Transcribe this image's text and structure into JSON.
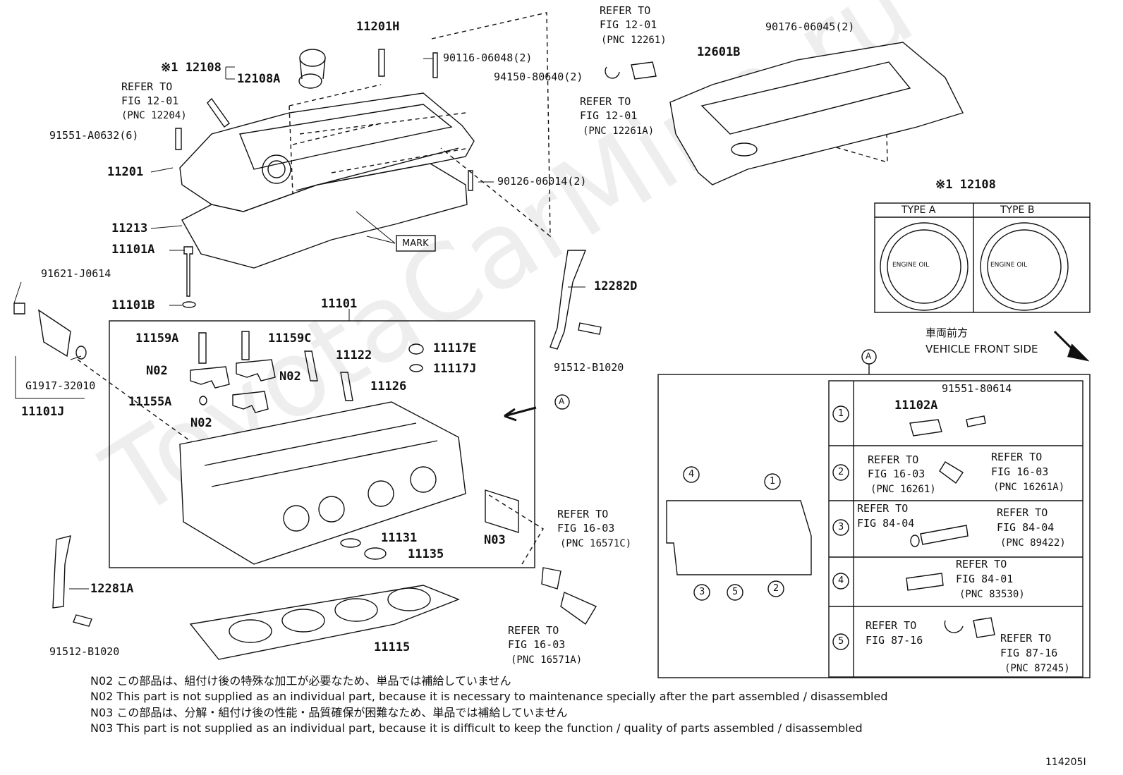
{
  "watermark": "ToyotaCarMine.ru",
  "figure_id": "114205I",
  "labels": {
    "p11201H": "11201H",
    "p90116": "90116-06048(2)",
    "p94150": "94150-80640(2)",
    "p12108": "※1 12108",
    "p12108A": "12108A",
    "ref_fig12_01_a": "REFER TO",
    "ref_fig12_01_a2": "FIG 12-01",
    "ref_fig12_01_a3": "(PNC 12204)",
    "p91551": "91551-A0632(6)",
    "p11201": "11201",
    "p90126": "90126-06014(2)",
    "p11213": "11213",
    "mark": "MARK",
    "p11101A": "11101A",
    "p91621": "91621-J0614",
    "p11101B": "11101B",
    "p11101": "11101",
    "pG1917": "G1917-32010",
    "p11101J": "11101J",
    "ref_top1": "REFER TO",
    "ref_top2": "FIG 12-01",
    "ref_top3": "(PNC 12261)",
    "ref_mid1": "REFER TO",
    "ref_mid2": "FIG 12-01",
    "ref_mid3": "(PNC 12261A)",
    "p90176": "90176-06045(2)",
    "p12601B": "12601B",
    "p12108b": "※1 12108",
    "typeA": "TYPE A",
    "typeB": "TYPE B",
    "engine_oil": "ENGINE OIL",
    "p12282D": "12282D",
    "p91512a": "91512-B1020",
    "vehicle_jp": "車両前方",
    "vehicle_en": "VEHICLE FRONT SIDE",
    "p11159A": "11159A",
    "p11159C": "11159C",
    "p11117E": "11117E",
    "p11122": "11122",
    "p11117J": "11117J",
    "N02a": "N02",
    "N02b": "N02",
    "N02c": "N02",
    "p11126": "11126",
    "p11155A": "11155A",
    "N03": "N03",
    "p11131": "11131",
    "p11135": "11135",
    "ref_1603c1": "REFER TO",
    "ref_1603c2": "FIG 16-03",
    "ref_1603c3": "(PNC 16571C)",
    "p12281A": "12281A",
    "p91512b": "91512-B1020",
    "p11115": "11115",
    "ref_1603a1": "REFER TO",
    "ref_1603a2": "FIG 16-03",
    "ref_1603a3": "(PNC 16571A)",
    "callout_A": "A",
    "p91551_80614": "91551-80614",
    "p11102A": "11102A",
    "r2_l1": "REFER TO",
    "r2_l2": "FIG 16-03",
    "r2_l3": "(PNC 16261)",
    "r2_r1": "REFER TO",
    "r2_r2": "FIG 16-03",
    "r2_r3": "(PNC 16261A)",
    "r3_l1": "REFER TO",
    "r3_l2": "FIG 84-04",
    "r3_r1": "REFER TO",
    "r3_r2": "FIG 84-04",
    "r3_r3": "(PNC 89422)",
    "r4_1": "REFER TO",
    "r4_2": "FIG 84-01",
    "r4_3": "(PNC 83530)",
    "r5_l1": "REFER TO",
    "r5_l2": "FIG 87-16",
    "r5_r1": "REFER TO",
    "r5_r2": "FIG 87-16",
    "r5_r3": "(PNC 87245)",
    "n1": "1",
    "n2": "2",
    "n3": "3",
    "n4": "4",
    "n5": "5"
  },
  "notes": [
    "N02  この部品は、組付け後の特殊な加工が必要なため、単品では補給していません",
    "N02 This part is not supplied as an individual part, because it is necessary to maintenance specially after the part assembled / disassembled",
    "N03  この部品は、分解・組付け後の性能・品質確保が困難なため、単品では補給していません",
    "N03 This part is not supplied as an individual part, because it is difficult to keep the function / quality of parts  assembled / disassembled"
  ]
}
